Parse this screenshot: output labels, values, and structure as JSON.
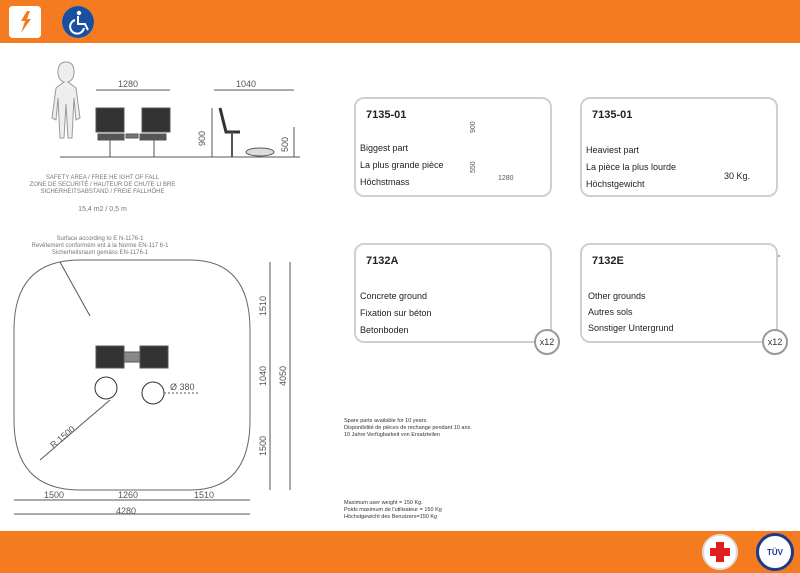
{
  "icons": {
    "top_left": "child-run-icon",
    "top_right": "wheelchair-icon",
    "bottom_1": "first-aid-cross-icon",
    "bottom_2": "tuv-seal-icon"
  },
  "colors": {
    "accent": "#f47b20",
    "card_border": "#cfcfcf",
    "line": "#555555"
  },
  "elevation": {
    "width_front": "1280",
    "width_side": "1040",
    "height_side": "900",
    "height_front": "500"
  },
  "safety_text": {
    "line1": "SAFETY AREA / FREE HE IGHT OF  FALL",
    "line2": "ZONE DE SECURITÉ /  HAUTEUR DE CHUTE LI BRE",
    "line3": "SICHERHEITSABSTAND  / FREIE FALLHÖHE",
    "area": "15,4 m2 / 0,5 m"
  },
  "surface_text": {
    "line1": "Surface according to E N-1176-1",
    "line2": "Revêtement conformém ent à la Norme EN-117 6-1",
    "line3": "Sicherheitsraum gemäss  EN-1176-1"
  },
  "plan": {
    "top_dim": "1510",
    "mid_dim": "1040",
    "bot_dim": "1500",
    "total_dim": "4050",
    "b1": "1500",
    "b2": "1260",
    "b3": "1510",
    "b_total": "4280",
    "radius": "R 1500",
    "diameter": "Ø 380"
  },
  "cards": {
    "c1": {
      "code": "7135-01",
      "l1": "Biggest part",
      "l2": "La plus grande pièce",
      "l3": "Höchstmass",
      "d_h1": "900",
      "d_h2": "550",
      "d_w": "1280"
    },
    "c2": {
      "code": "7135-01",
      "l1": "Heaviest part",
      "l2": "La pièce la plus lourde",
      "l3": "Höchstgewicht",
      "weight": "30 Kg."
    },
    "c3": {
      "code": "7132A",
      "l1": "Concrete ground",
      "l2": "Fixation sur béton",
      "l3": "Betonboden",
      "qty": "x12"
    },
    "c4": {
      "code": "7132E",
      "l1": "Other grounds",
      "l2": "Autres sols",
      "l3": "Sonstiger Untergrund",
      "qty": "x12"
    }
  },
  "spares": {
    "l1": "Spare parts available for 10 years.",
    "l2": "Disponibilité de pièces de rechange pendant 10 ans.",
    "l3": "10 Jahre Verfügbarkeit von Ersatzteilen"
  },
  "weights": {
    "l1": "Maximum user weight = 150 Kg.",
    "l2": "Poids maximum de l'utilisateur = 150 Kg",
    "l3": "Höchstgewicht des Benutzers=150 Kg"
  }
}
